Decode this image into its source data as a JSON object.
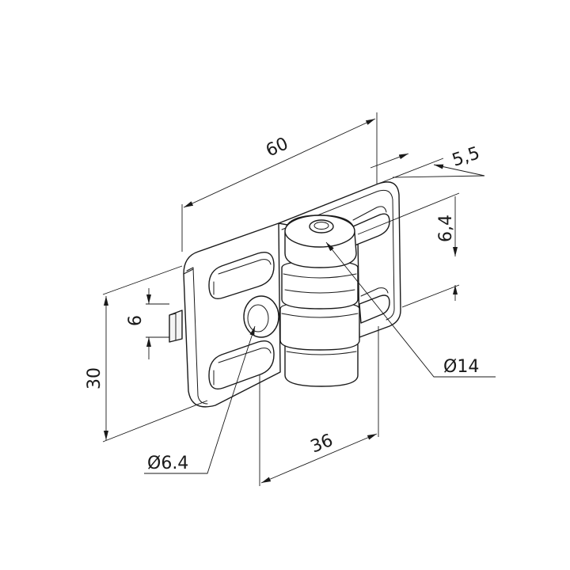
{
  "dimensions": {
    "width_60": "60",
    "depth_5_5": "5,5",
    "pitch_6_4": "6,4",
    "height_6": "6",
    "height_30": "30",
    "width_36": "36",
    "diameter_14": "Ø14",
    "diameter_6_4": "Ø6.4"
  },
  "colors": {
    "line": "#1a1a1a",
    "background": "#ffffff"
  }
}
